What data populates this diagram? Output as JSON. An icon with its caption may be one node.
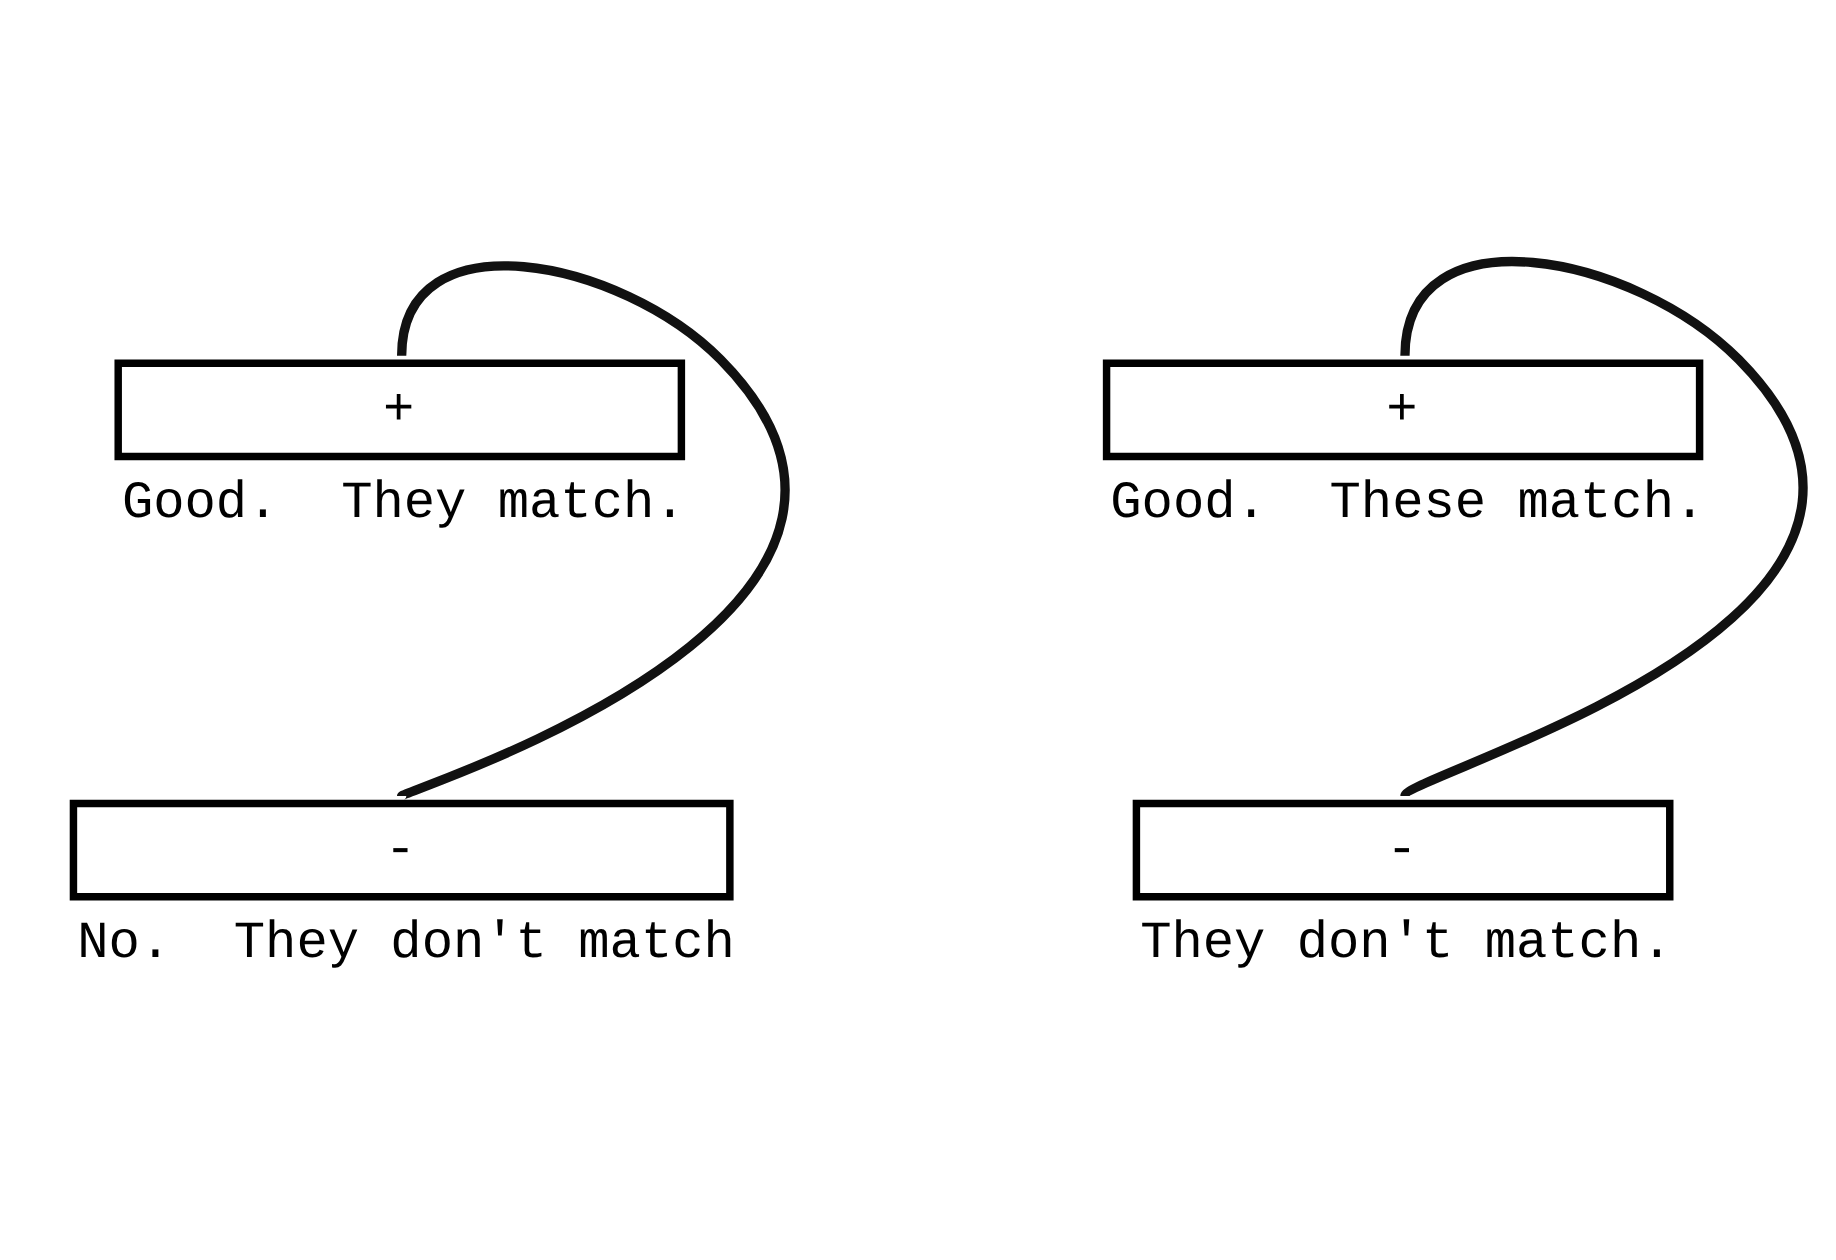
{
  "diagram": {
    "nodes": [
      {
        "text": [
          "+"
        ],
        "beside": [
          "Good.  They match."
        ]
      },
      {
        "text": [
          "-"
        ],
        "beside": [
          "No.  They don't match"
        ]
      },
      {
        "text": [
          "+"
        ],
        "beside": [
          "Good.  These match."
        ]
      },
      {
        "text": [
          "-"
        ],
        "beside": [
          "They don't match."
        ]
      }
    ],
    "edges": [
      {
        "from": 0,
        "to": 1,
        "arrow": "none"
      },
      {
        "from": 2,
        "to": 3,
        "arrow": "none"
      }
    ]
  }
}
